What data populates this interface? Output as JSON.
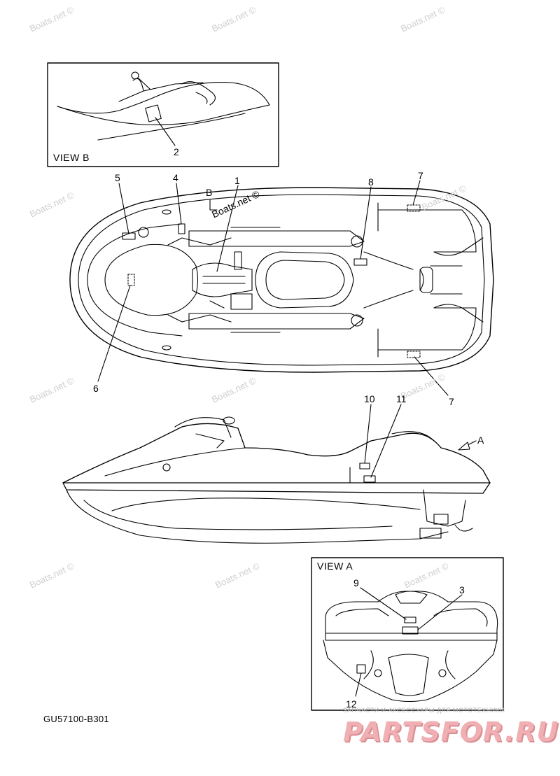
{
  "watermark_text": "Boats.net ©",
  "views": {
    "view_b": "VIEW B",
    "view_a": "VIEW A"
  },
  "view_marker": {
    "b": "B",
    "a": "A"
  },
  "callouts": [
    "1",
    "2",
    "3",
    "4",
    "5",
    "6",
    "7",
    "7",
    "8",
    "9",
    "10",
    "11",
    "12"
  ],
  "part_number": "GU57100-B301",
  "brand": {
    "tagline": "ЗАПЧАСТИ И АКСЕССУАРЫ ДЛЯ МОТОТЕХНИКИ",
    "logo": "PARTSFOR.RU"
  },
  "colors": {
    "line": "#000000",
    "watermark": "#cfcfcf",
    "logo": "#f0b0b3"
  }
}
